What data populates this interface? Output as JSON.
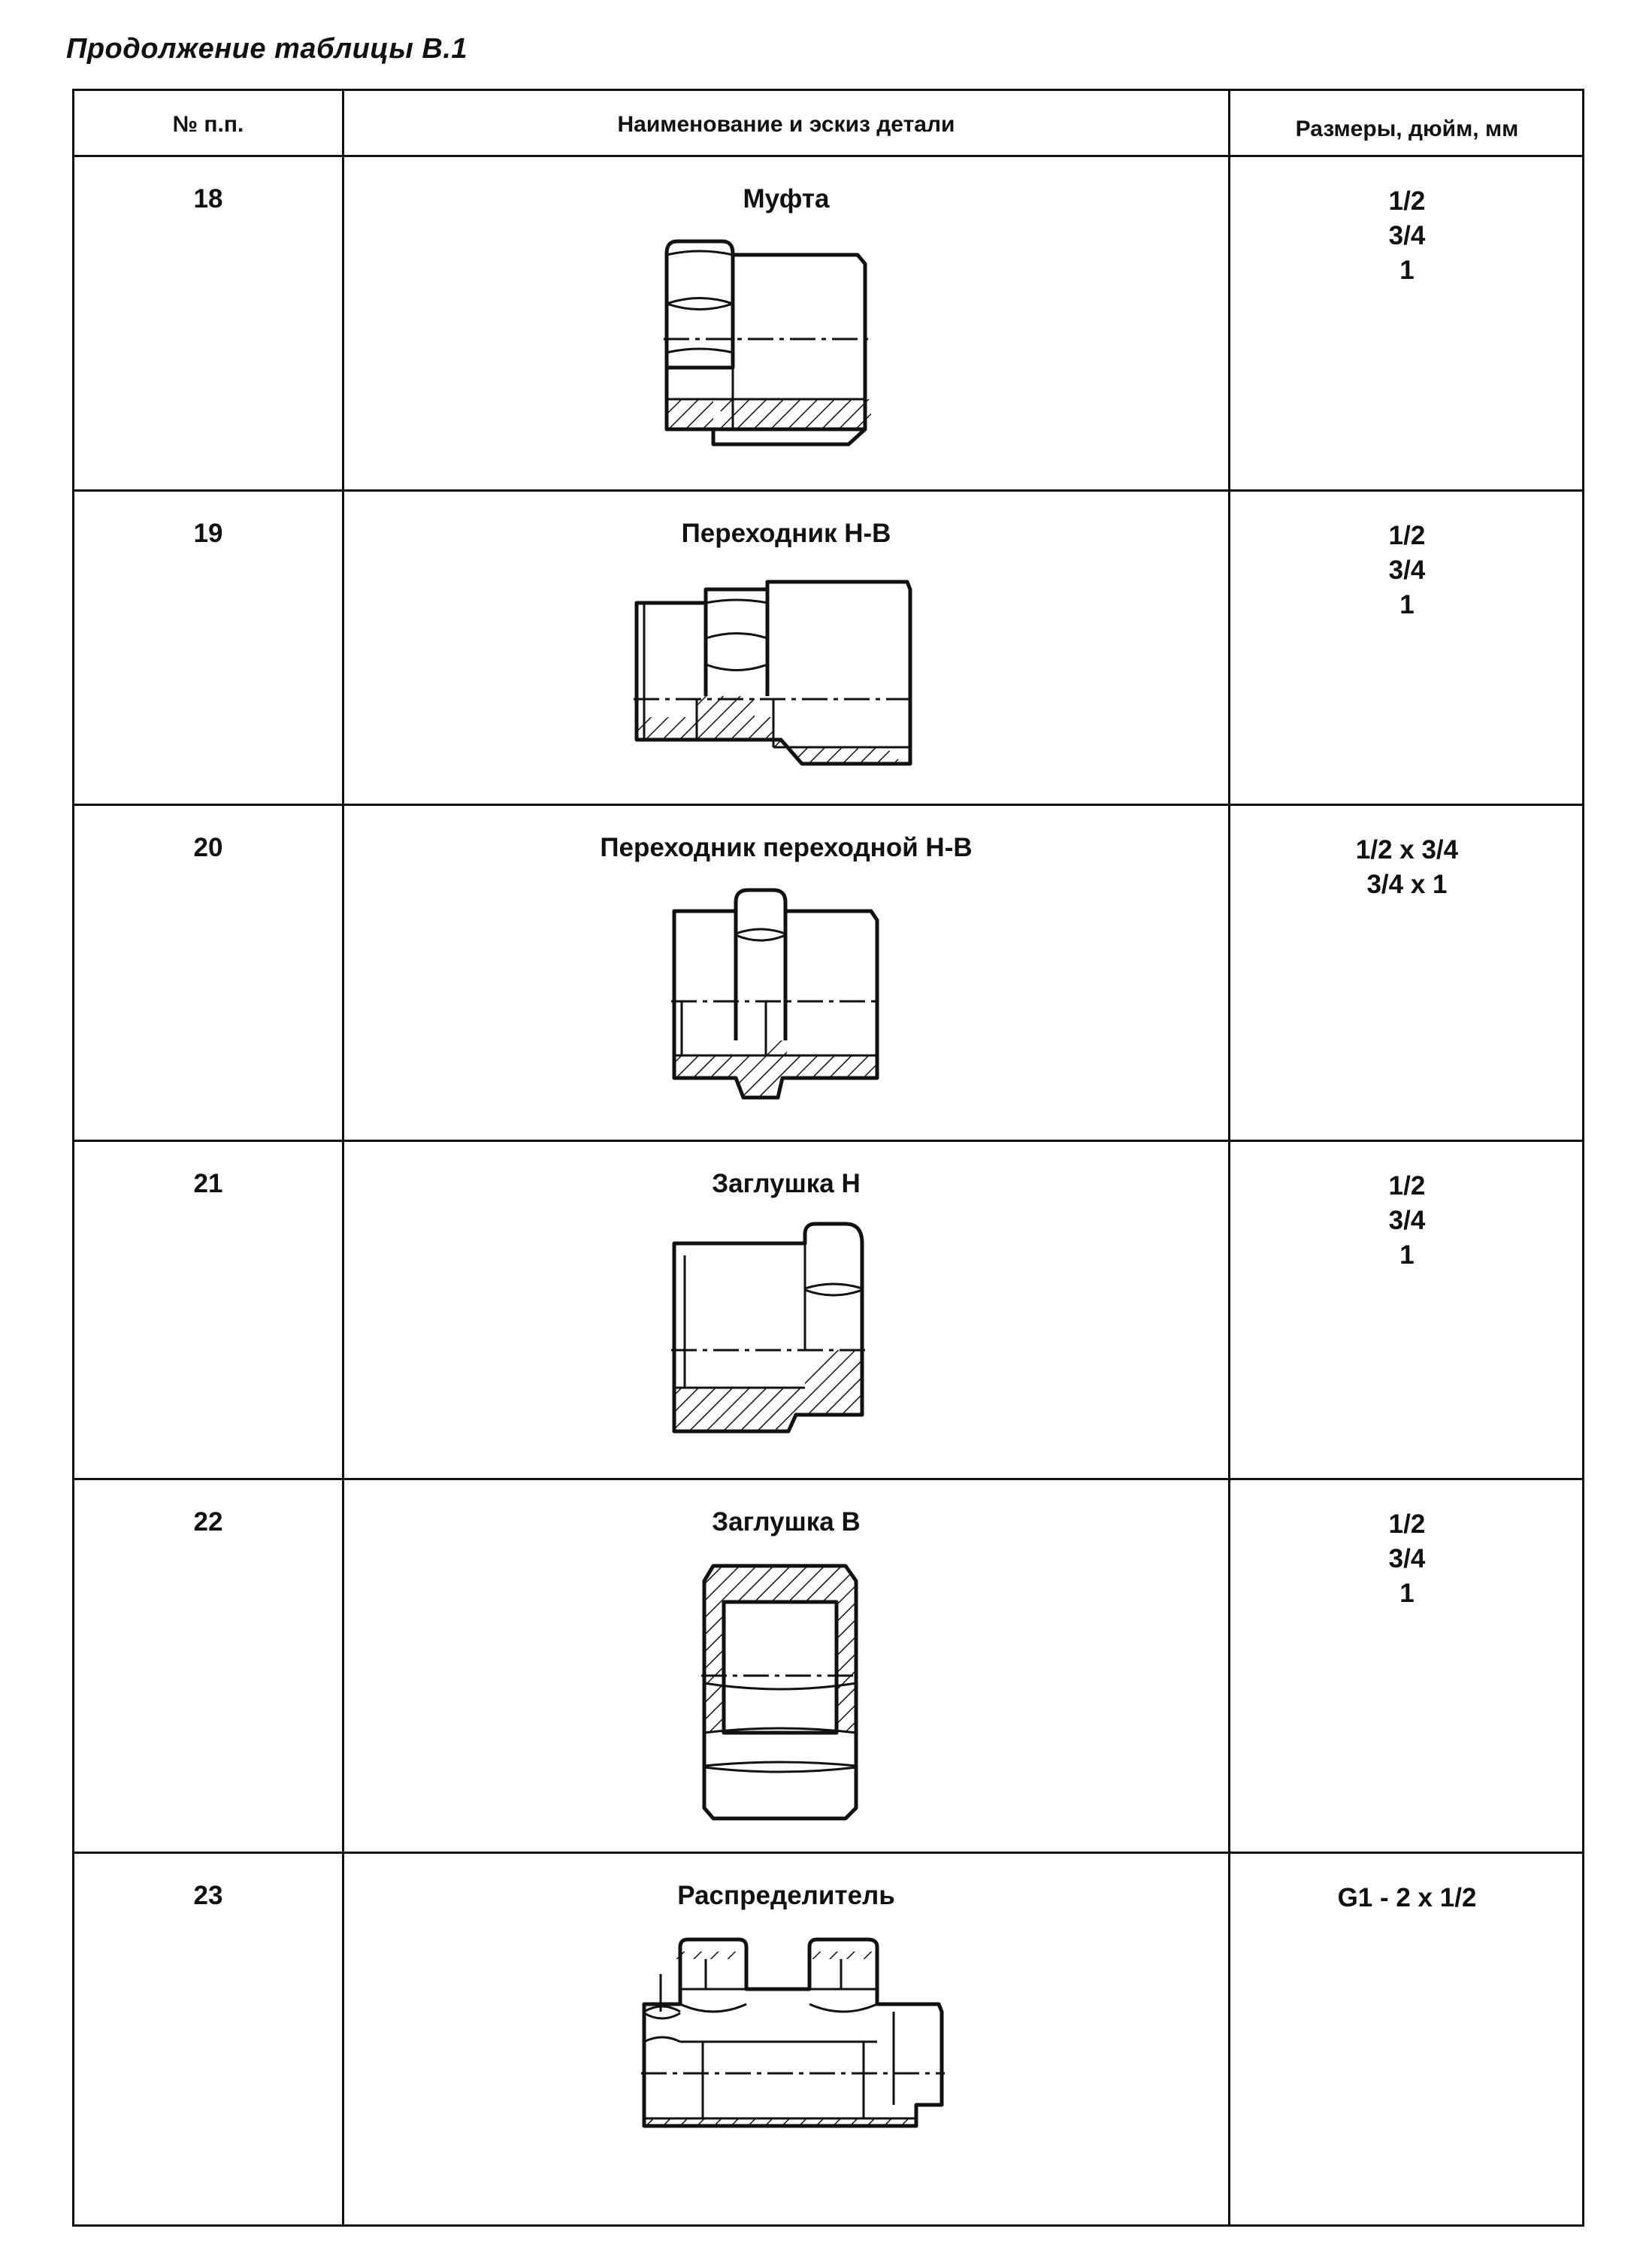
{
  "caption": "Продолжение таблицы В.1",
  "headers": {
    "num": "№ п.п.",
    "name": "Наименование и эскиз детали",
    "sizes": "Размеры, дюйм, мм"
  },
  "rows": [
    {
      "num": "18",
      "name": "Муфта",
      "sizes": [
        "1/2",
        "3/4",
        "1"
      ],
      "sketch": "coupling-sketch"
    },
    {
      "num": "19",
      "name": "Переходник Н-В",
      "sizes": [
        "1/2",
        "3/4",
        "1"
      ],
      "sketch": "adapter-nv-sketch"
    },
    {
      "num": "20",
      "name": "Переходник переходной Н-В",
      "sizes": [
        "1/2 x 3/4",
        "3/4 x 1"
      ],
      "sketch": "reducing-adapter-sketch"
    },
    {
      "num": "21",
      "name": "Заглушка Н",
      "sizes": [
        "1/2",
        "3/4",
        "1"
      ],
      "sketch": "plug-male-sketch"
    },
    {
      "num": "22",
      "name": "Заглушка В",
      "sizes": [
        "1/2",
        "3/4",
        "1"
      ],
      "sketch": "cap-female-sketch"
    },
    {
      "num": "23",
      "name": "Распределитель",
      "sizes": [
        "G1 - 2 x 1/2"
      ],
      "sketch": "manifold-sketch"
    }
  ]
}
